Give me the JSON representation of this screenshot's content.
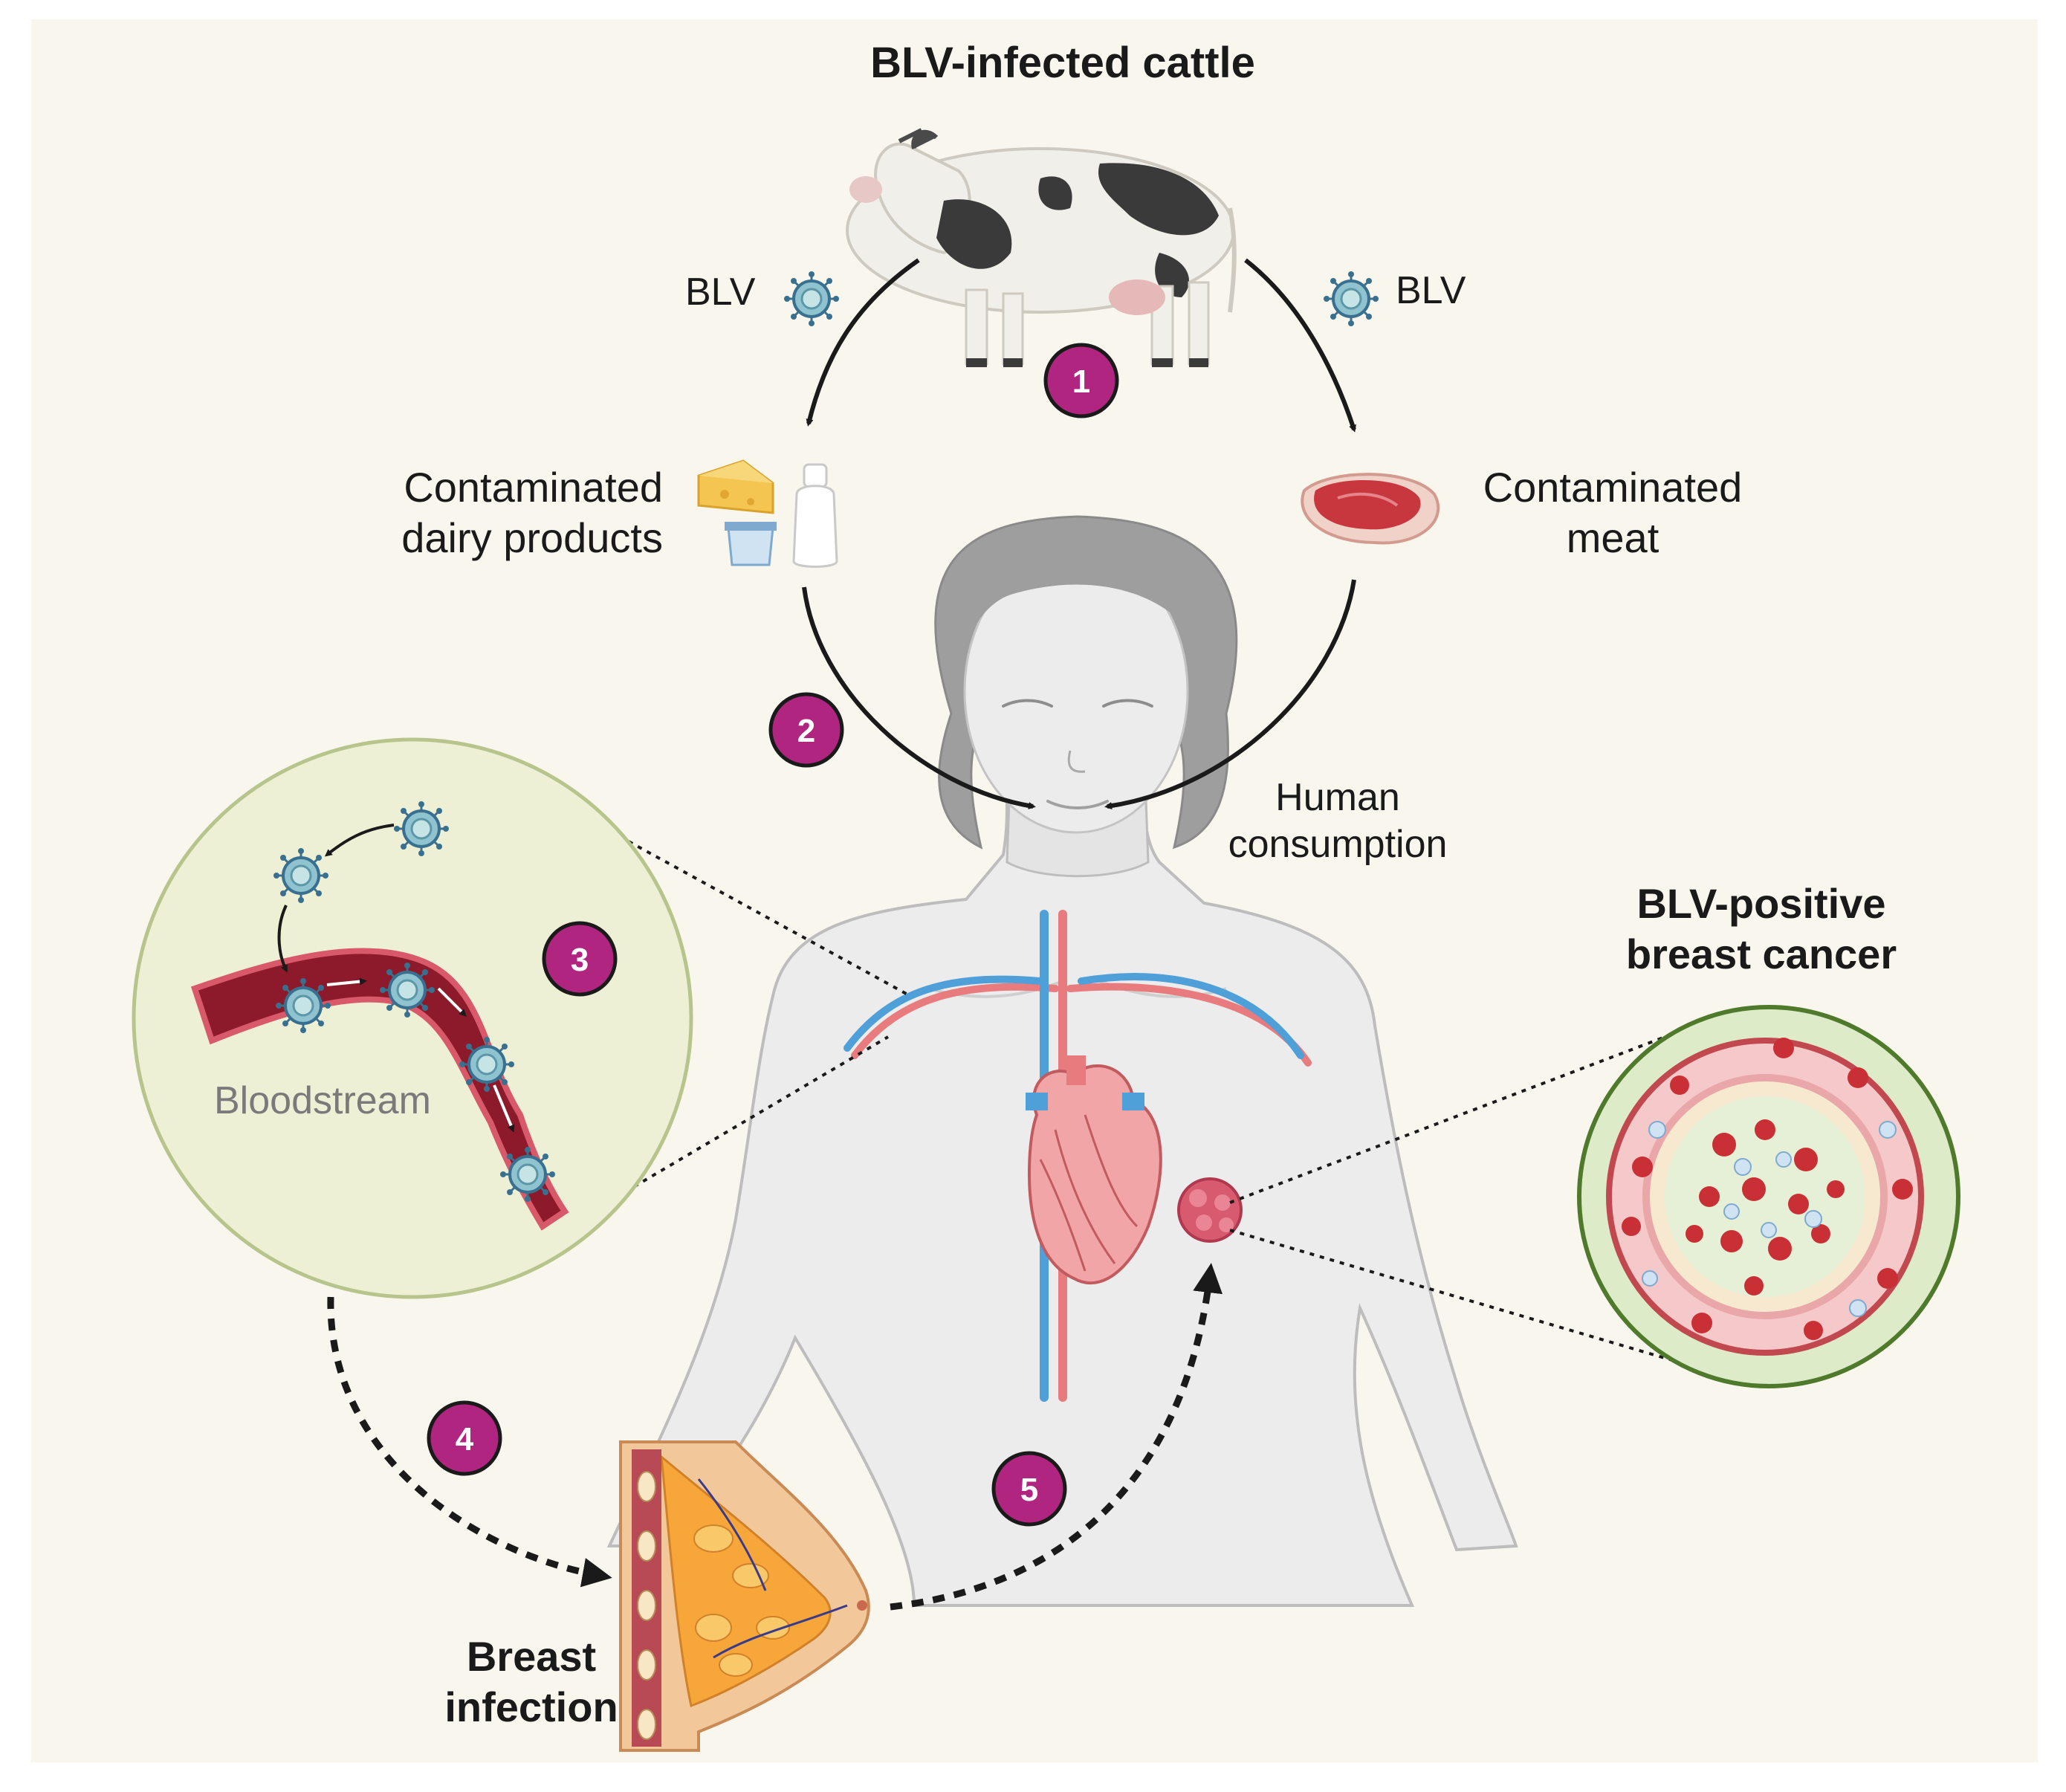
{
  "title": "BLV-infected cattle",
  "virus_label_left": "BLV",
  "virus_label_right": "BLV",
  "dairy_label": [
    "Contaminated",
    "dairy products"
  ],
  "meat_label": [
    "Contaminated",
    "meat"
  ],
  "consumption_label": [
    "Human",
    "consumption"
  ],
  "bloodstream_label": "Bloodstream",
  "cancer_label": [
    "BLV-positive",
    "breast cancer"
  ],
  "infection_label": [
    "Breast",
    "infection"
  ],
  "steps": [
    "1",
    "2",
    "3",
    "4",
    "5"
  ],
  "colors": {
    "background": "#f9f6ee",
    "step_badge": "#b0257f",
    "vein": "#4f9fd9",
    "artery": "#e87b7e",
    "inset_fill": "#eef0d6",
    "inset_stroke": "#b7c48c",
    "cancer_inset_stroke": "#4f7a2c"
  },
  "icons": [
    "cow-icon",
    "virus-icon",
    "cheese-icon",
    "milk-bottle-icon",
    "yogurt-icon",
    "steak-icon",
    "woman-figure",
    "heart-icon",
    "tumor-icon",
    "breast-anatomy-icon",
    "blood-vessel-icon"
  ]
}
